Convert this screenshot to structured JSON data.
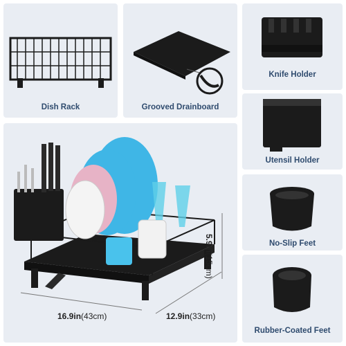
{
  "panels": {
    "dish_rack": "Dish Rack",
    "drainboard": "Grooved Drainboard",
    "knife_holder": "Knife Holder",
    "utensil_holder": "Utensil Holder",
    "no_slip": "No-Slip Feet",
    "rubber_feet": "Rubber-Coated Feet"
  },
  "dimensions": {
    "height_in": "5.9in",
    "height_cm": "(15cm)",
    "length_in": "16.9in",
    "length_cm": "(43cm)",
    "width_in": "12.9in",
    "width_cm": "(33cm)"
  },
  "colors": {
    "panel_bg": "#e9edf3",
    "label_text": "#2f4b6e",
    "product_black": "#1b1b1b",
    "plate_blue": "#3fb6e6",
    "cup_blue": "#49c2ec"
  }
}
